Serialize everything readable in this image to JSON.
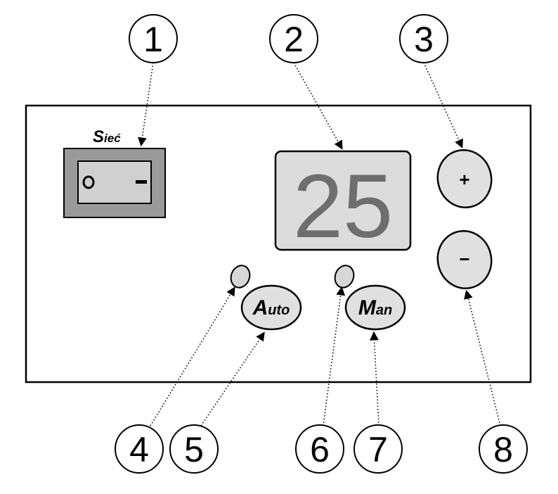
{
  "panel": {
    "switch": {
      "label_main": "S",
      "label_rest": "ieć",
      "off_symbol": "o",
      "on_symbol": "-"
    },
    "display": {
      "value": "25"
    },
    "buttons": {
      "plus": "+",
      "minus": "−",
      "auto": {
        "cap": "A",
        "rest": "uto"
      },
      "man": {
        "cap": "M",
        "rest": "an"
      }
    }
  },
  "callouts": [
    "1",
    "2",
    "3",
    "4",
    "5",
    "6",
    "7",
    "8"
  ],
  "colors": {
    "switch_bezel": "#9a9a9a",
    "switch_face": "#d0d0d0",
    "display_bg": "#dcdcdc",
    "digits": "#6e6e6e",
    "button_fill": "#e0e0e0",
    "led_fill": "#d6d6d6"
  }
}
